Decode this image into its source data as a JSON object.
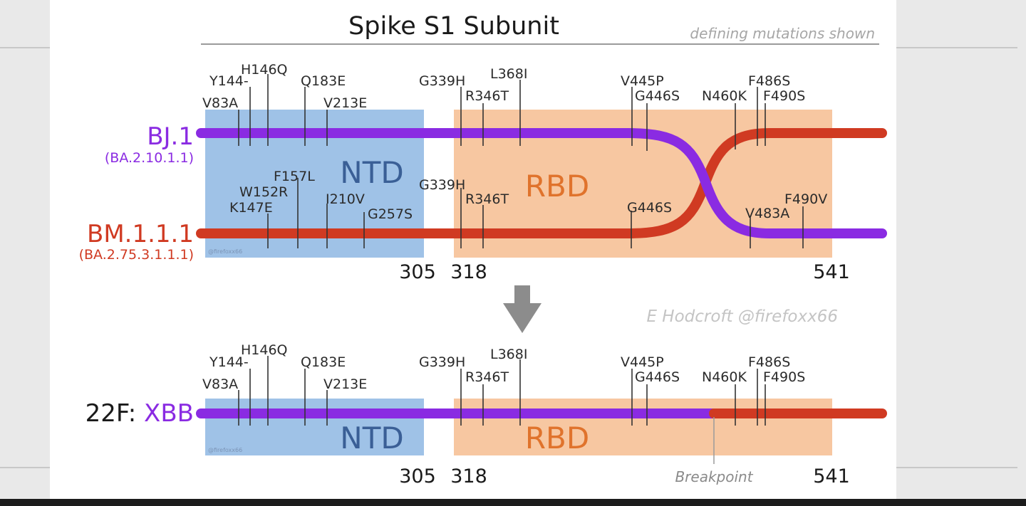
{
  "title": "Spike S1 Subunit",
  "subtitle": "defining mutations shown",
  "credit": "E Hodcroft @firefoxx66",
  "watermark": "@firefoxx66",
  "domains": {
    "ntd": "NTD",
    "rbd": "RBD"
  },
  "positions": {
    "ntd_end": "305",
    "rbd_start": "318",
    "end": "541"
  },
  "breakpoint_label": "Breakpoint",
  "lineages": {
    "bj1": {
      "name": "BJ.1",
      "alias": "(BA.2.10.1.1)",
      "color": "#8a2be2"
    },
    "bm": {
      "name": "BM.1.1.1",
      "alias": "(BA.2.75.3.1.1.1)",
      "color": "#d03a22"
    },
    "xbb": {
      "prefix": "22F: ",
      "name": "XBB"
    }
  },
  "colors": {
    "ntd_fill": "#9fc2e7",
    "ntd_text": "#3a5f96",
    "rbd_fill": "#f7c7a1",
    "rbd_text": "#e0732c",
    "arrow": "#8c8c8c"
  },
  "mutations": {
    "bj1": [
      "V83A",
      "Y144-",
      "H146Q",
      "Q183E",
      "V213E",
      "G339H",
      "R346T",
      "L368I",
      "V445P",
      "G446S",
      "N460K",
      "F486S",
      "F490S"
    ],
    "bm": [
      "K147E",
      "W152R",
      "F157L",
      "I210V",
      "G257S",
      "G339H",
      "R346T",
      "G446S",
      "V483A",
      "F490V"
    ],
    "xbb": [
      "V83A",
      "Y144-",
      "H146Q",
      "Q183E",
      "V213E",
      "G339H",
      "R346T",
      "L368I",
      "V445P",
      "G446S",
      "N460K",
      "F486S",
      "F490S"
    ]
  }
}
